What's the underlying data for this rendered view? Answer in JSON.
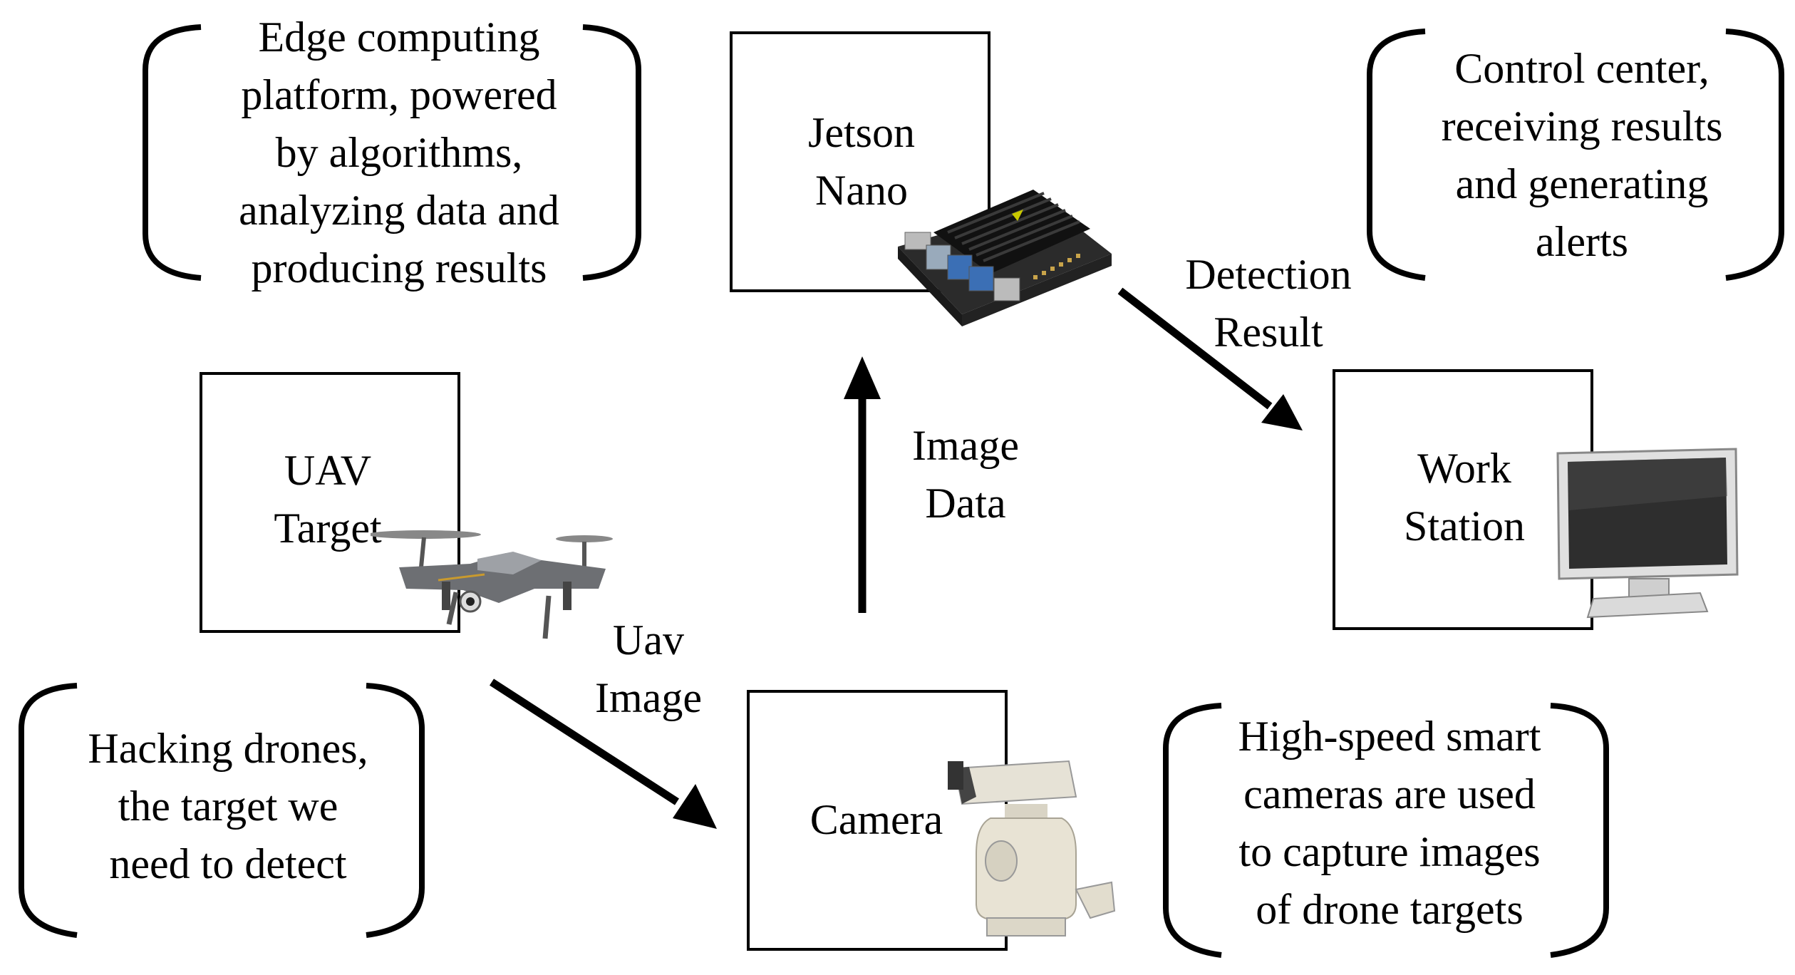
{
  "nodes": {
    "jetson": {
      "lines": [
        "Jetson",
        "Nano"
      ]
    },
    "uav": {
      "lines": [
        "UAV",
        "Target"
      ]
    },
    "camera": {
      "lines": [
        "Camera"
      ]
    },
    "workstation": {
      "lines": [
        "Work",
        "Station"
      ]
    }
  },
  "notes": {
    "edge": [
      "Edge computing",
      "platform, powered",
      "by algorithms,",
      "analyzing data and",
      "producing results"
    ],
    "control": [
      "Control center,",
      "receiving results",
      "and generating",
      "alerts"
    ],
    "hacking": [
      "Hacking drones,",
      "the target we",
      "need to detect"
    ],
    "cameras": [
      "High-speed smart",
      "cameras are used",
      "to capture images",
      "of drone targets"
    ]
  },
  "edges": {
    "detection": [
      "Detection",
      "Result"
    ],
    "image_data": [
      "Image",
      "Data"
    ],
    "uav_image": [
      "Uav",
      "Image"
    ]
  }
}
